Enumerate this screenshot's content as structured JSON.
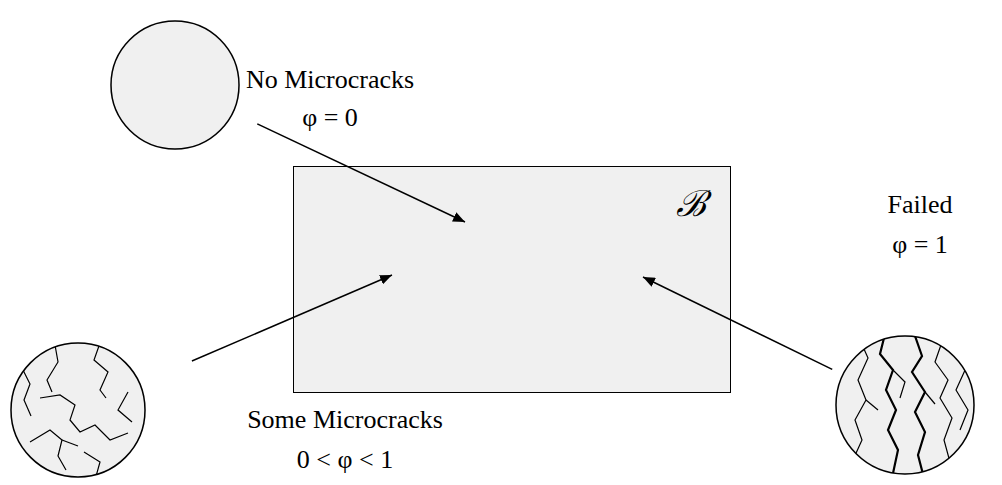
{
  "diagram": {
    "nodes": [
      {
        "text": [
          "No Microcracks",
          "φ = 0"
        ]
      },
      {
        "text": [
          "ℬ"
        ]
      },
      {
        "text": [
          "Failed",
          "φ = 1"
        ]
      },
      {
        "text": [
          "Some Microcracks",
          "0 < φ < 1"
        ]
      }
    ],
    "edges": [
      {
        "from": 0,
        "to": 1,
        "arrow": "to"
      },
      {
        "from": 2,
        "to": 1,
        "arrow": "to"
      },
      {
        "from": 3,
        "to": 1,
        "arrow": "to"
      }
    ]
  }
}
